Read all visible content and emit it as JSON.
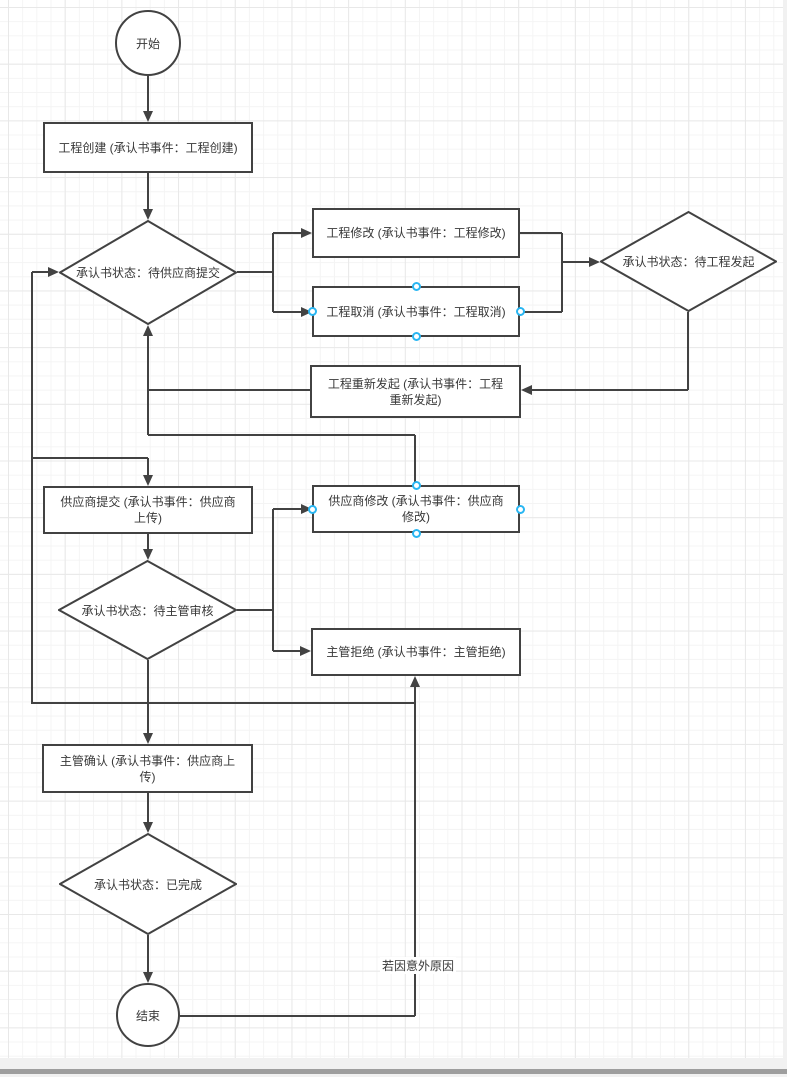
{
  "diagram": {
    "nodes": {
      "start": "开始",
      "project_create": "工程创建 (承认书事件：工程创建)",
      "state_wait_supplier_submit": "承认书状态：待供应商提交",
      "project_modify": "工程修改 (承认书事件：工程修改)",
      "project_cancel": "工程取消 (承认书事件：工程取消)",
      "state_wait_project_initiate": "承认书状态：待工程发起",
      "project_reinitiate": "工程重新发起 (承认书事件：工程重新发起)",
      "supplier_submit": "供应商提交 (承认书事件：供应商上传)",
      "supplier_modify": "供应商修改 (承认书事件：供应商修改)",
      "state_wait_manager_review": "承认书状态：待主管审核",
      "manager_reject": "主管拒绝 (承认书事件：主管拒绝)",
      "manager_confirm": "主管确认 (承认书事件：供应商上传)",
      "state_completed": "承认书状态：已完成",
      "end": "结束"
    },
    "edge_labels": {
      "unexpected_reason": "若因意外原因"
    },
    "colors": {
      "stroke": "#424242",
      "connection_handle": "#29b6f2"
    }
  }
}
